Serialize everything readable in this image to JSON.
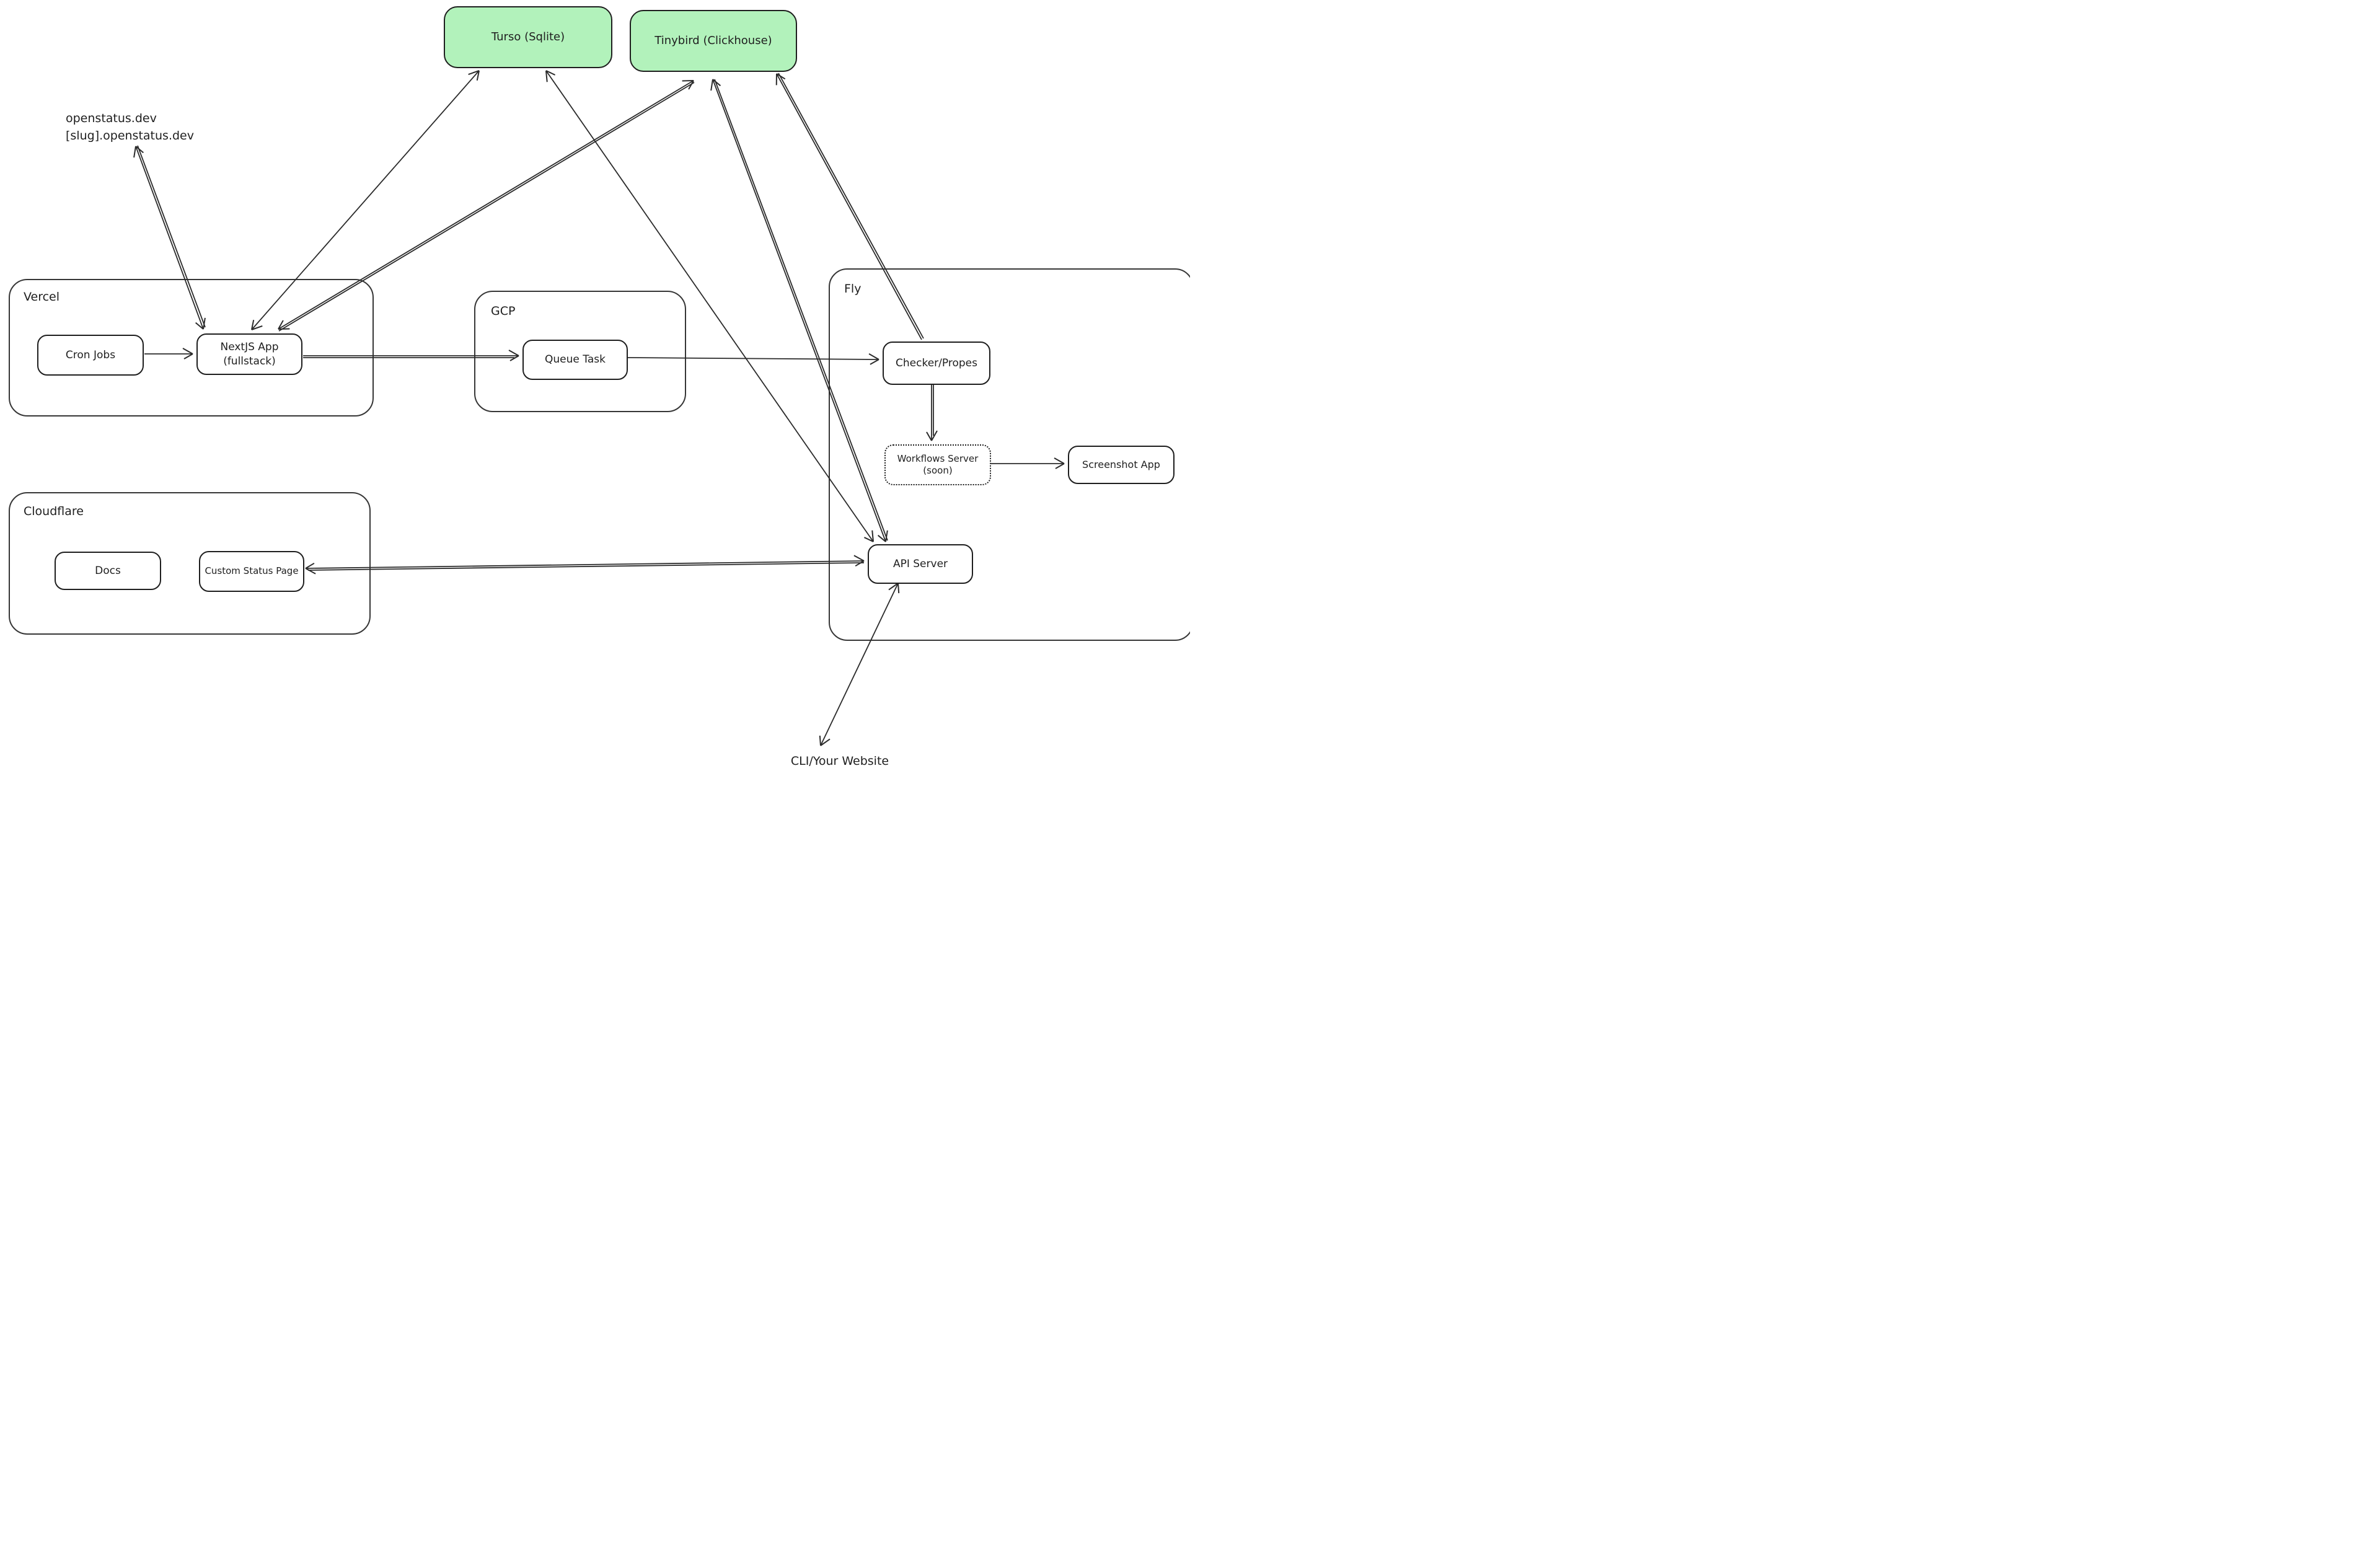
{
  "diagram": {
    "colors": {
      "datastore_fill": "#b2f2bb",
      "stroke": "#1e1e1e",
      "background": "#ffffff"
    },
    "datastores": {
      "turso": {
        "label": "Turso (Sqlite)"
      },
      "tinybird": {
        "label": "Tinybird (Clickhouse)"
      }
    },
    "containers": {
      "vercel": {
        "label": "Vercel"
      },
      "gcp": {
        "label": "GCP"
      },
      "fly": {
        "label": "Fly"
      },
      "cloudflare": {
        "label": "Cloudflare"
      }
    },
    "nodes": {
      "cron": {
        "label": "Cron Jobs"
      },
      "nextjs": {
        "label": "NextJS App",
        "label2": "(fullstack)"
      },
      "queue": {
        "label": "Queue Task"
      },
      "checker": {
        "label": "Checker/Propes"
      },
      "workflows": {
        "label": "Workflows Server",
        "label2": "(soon)"
      },
      "screenshot": {
        "label": "Screenshot App"
      },
      "api": {
        "label": "API Server"
      },
      "docs": {
        "label": "Docs"
      },
      "status_page": {
        "label": "Custom Status Page"
      }
    },
    "annotations": {
      "domains": {
        "line1": "openstatus.dev",
        "line2": "[slug].openstatus.dev"
      },
      "client": {
        "label": "CLI/Your Website"
      }
    },
    "edges": [
      {
        "from": "cron-jobs",
        "to": "nextjs-app",
        "arrows": "end",
        "stroke": "single"
      },
      {
        "from": "nextjs-app",
        "to": "queue-task",
        "arrows": "end",
        "stroke": "double"
      },
      {
        "from": "queue-task",
        "to": "checker-propes",
        "arrows": "end",
        "stroke": "single"
      },
      {
        "from": "checker-propes",
        "to": "workflows-server",
        "arrows": "end",
        "stroke": "double"
      },
      {
        "from": "workflows-server",
        "to": "screenshot-app",
        "arrows": "end",
        "stroke": "single"
      },
      {
        "from": "api-server",
        "to": "custom-status-page",
        "arrows": "both",
        "stroke": "double"
      },
      {
        "from": "nextjs-app",
        "to": "openstatus-domains",
        "arrows": "both",
        "stroke": "double"
      },
      {
        "from": "nextjs-app",
        "to": "turso",
        "arrows": "both",
        "stroke": "single"
      },
      {
        "from": "nextjs-app",
        "to": "tinybird",
        "arrows": "both",
        "stroke": "double"
      },
      {
        "from": "turso",
        "to": "api-server",
        "arrows": "both",
        "stroke": "single"
      },
      {
        "from": "tinybird",
        "to": "api-server",
        "arrows": "both",
        "stroke": "double"
      },
      {
        "from": "checker-propes",
        "to": "tinybird",
        "arrows": "end",
        "stroke": "double"
      },
      {
        "from": "api-server",
        "to": "cli-your-website",
        "arrows": "both",
        "stroke": "single"
      }
    ]
  }
}
